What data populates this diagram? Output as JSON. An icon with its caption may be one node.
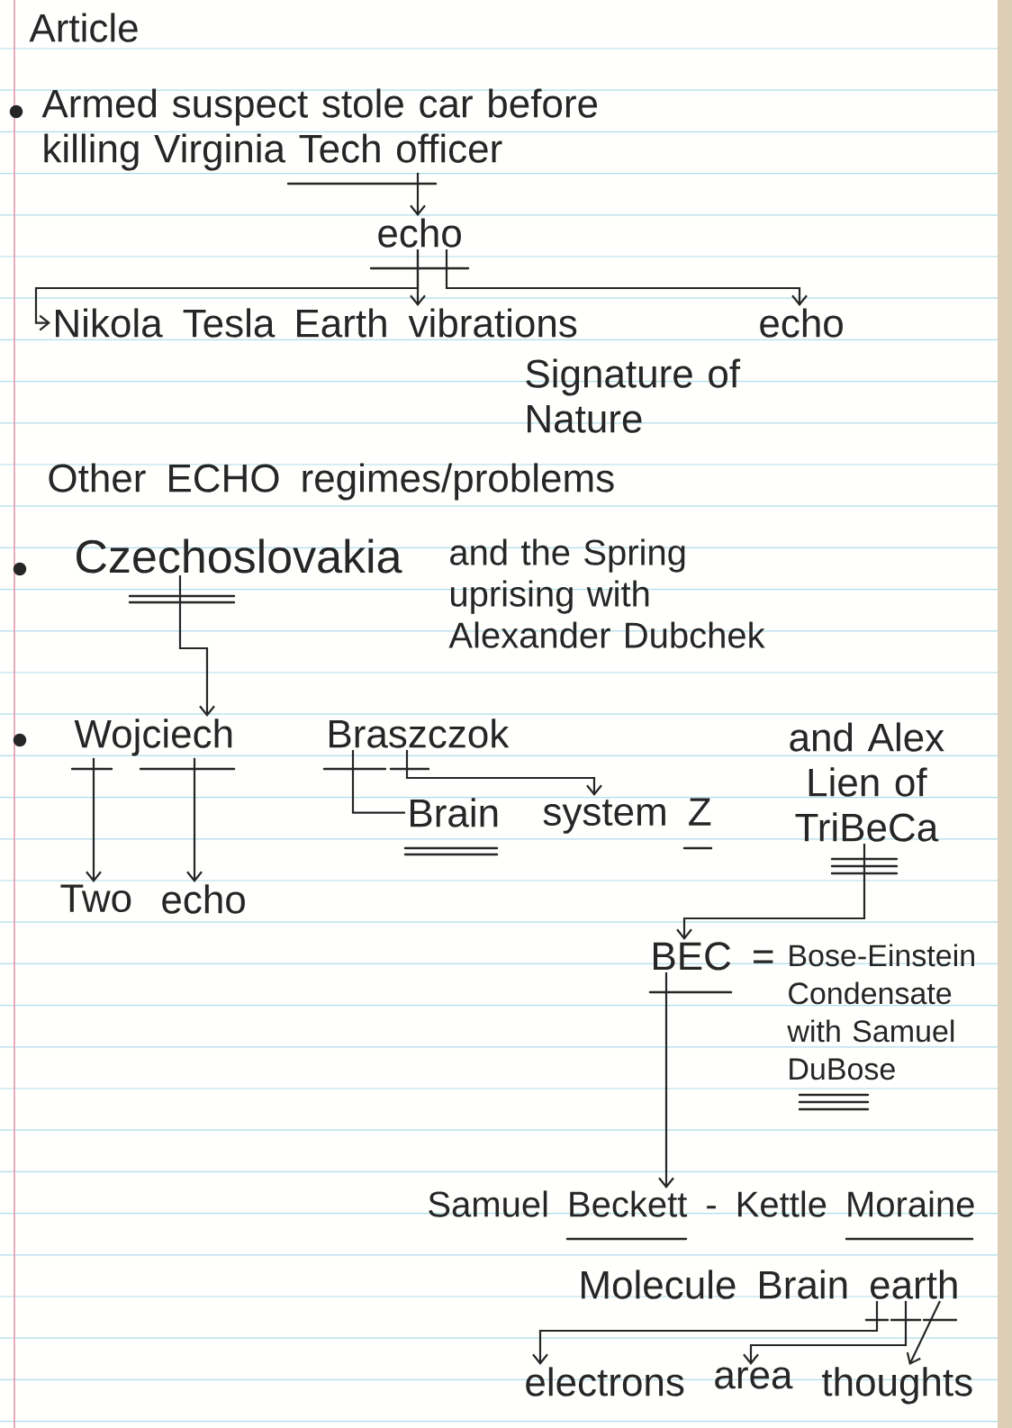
{
  "diagram": {
    "title": "Article",
    "nodes": [
      {
        "text": [
          "Armed suspect stole car before killing Virginia Tech officer"
        ]
      },
      {
        "text": [
          "echo"
        ]
      },
      {
        "text": [
          "Nikola Tesla"
        ]
      },
      {
        "text": [
          "Earth vibrations"
        ]
      },
      {
        "text": [
          "echo"
        ]
      },
      {
        "text": [
          "Czechoslovakia"
        ],
        "beside": [
          "and the Spring uprising with Alexander Dubchek"
        ]
      },
      {
        "text": [
          "Wojciech"
        ]
      },
      {
        "text": [
          "Braszczok"
        ]
      },
      {
        "text": [
          "and Alex Lien of TriBeCa"
        ]
      },
      {
        "text": [
          "Brain"
        ]
      },
      {
        "text": [
          "system Z"
        ]
      },
      {
        "text": [
          "Two"
        ]
      },
      {
        "text": [
          "echo"
        ]
      },
      {
        "text": [
          "BEC ="
        ],
        "beside": [
          "Bose-Einstein Condensate with Samuel DuBose"
        ]
      },
      {
        "text": [
          "Samuel Beckett - Kettle Moraine"
        ]
      },
      {
        "text": [
          "Molecule Brain earth"
        ]
      },
      {
        "text": [
          "electrons"
        ]
      },
      {
        "text": [
          "area"
        ]
      },
      {
        "text": [
          "thoughts"
        ]
      }
    ],
    "edges": [
      {
        "from": 0,
        "to": 1,
        "arrow": "to"
      },
      {
        "from": 1,
        "to": 2,
        "arrow": "to"
      },
      {
        "from": 1,
        "to": 3,
        "arrow": "to"
      },
      {
        "from": 1,
        "to": 4,
        "arrow": "to"
      },
      {
        "from": 5,
        "to": 6,
        "arrow": "to"
      },
      {
        "from": 6,
        "to": 11,
        "arrow": "to"
      },
      {
        "from": 6,
        "to": 12,
        "arrow": "to"
      },
      {
        "from": 7,
        "to": 9,
        "arrow": "none"
      },
      {
        "from": 7,
        "to": 10,
        "arrow": "to"
      },
      {
        "from": 8,
        "to": 13,
        "arrow": "to"
      },
      {
        "from": 13,
        "to": 14,
        "arrow": "to"
      },
      {
        "from": 15,
        "to": 16,
        "arrow": "to"
      },
      {
        "from": 15,
        "to": 17,
        "arrow": "to"
      },
      {
        "from": 15,
        "to": 18,
        "arrow": "to"
      }
    ],
    "labels": [
      "Signature of Nature",
      "Other ECHO regimes/problems"
    ]
  }
}
